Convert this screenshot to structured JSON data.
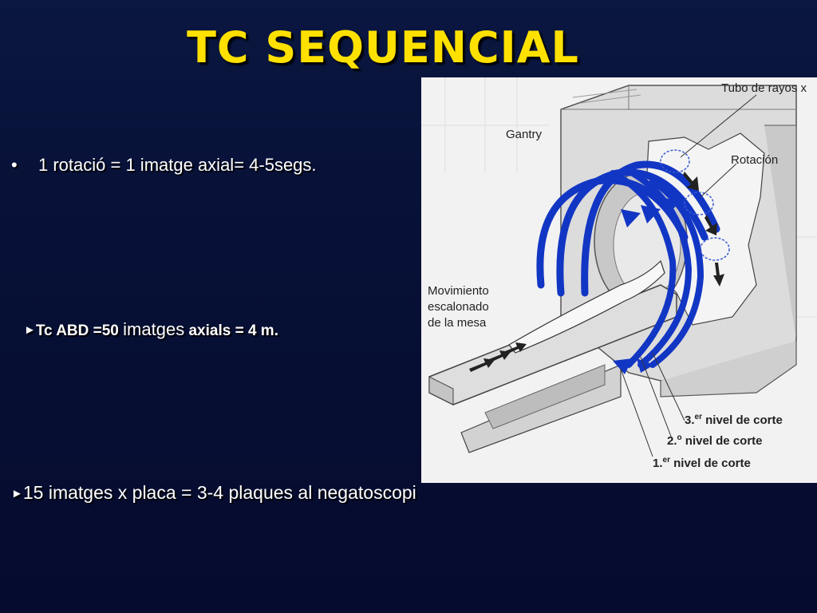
{
  "slide": {
    "title": "TC SEQUENCIAL",
    "bullet1": {
      "marker": "•",
      "text": "1 rotació = 1 imatge axial= 4-5segs."
    },
    "bullet2": {
      "marker": "►",
      "part1": "Tc ABD =50 ",
      "part2": "imatges",
      "part3": " axials = 4 m."
    },
    "bullet3": {
      "marker": "►",
      "text": "15 imatges x placa = 3-4 plaques al negatoscopi"
    }
  },
  "figure": {
    "labels": {
      "tube": "Tubo de rayos x",
      "gantry": "Gantry",
      "rotation": "Rotación",
      "movement_1": "Movimiento",
      "movement_2": "escalonado",
      "movement_3": "de la mesa",
      "cut3_num": "3.",
      "cut3_sup": "er",
      "cut3_text": " nivel de corte",
      "cut2_num": "2.",
      "cut2_sup": "o",
      "cut2_text": " nivel de corte",
      "cut1_num": "1.",
      "cut1_sup": "er",
      "cut1_text": " nivel de corte"
    },
    "colors": {
      "arrows": "#1236c4",
      "gantry": "#dcdcdc",
      "title": "#ffe100"
    }
  }
}
